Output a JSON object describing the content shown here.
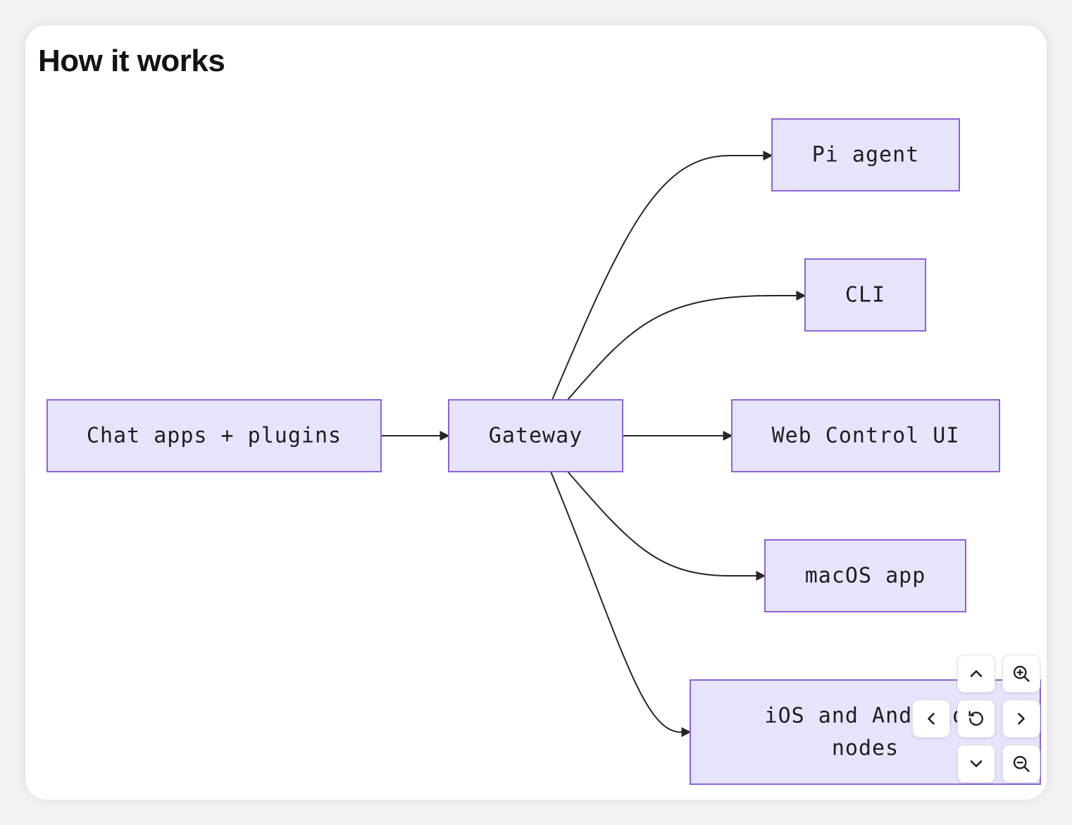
{
  "section": {
    "title": "How it works"
  },
  "diagram": {
    "type": "flowchart",
    "direction": "left-to-right",
    "node_fill": "#e6e4fb",
    "node_border": "#8f62d9",
    "edge_color": "#262626",
    "nodes": [
      {
        "id": "chat",
        "lines": [
          "Chat apps + plugins"
        ]
      },
      {
        "id": "gateway",
        "lines": [
          "Gateway"
        ]
      },
      {
        "id": "pi",
        "lines": [
          "Pi agent"
        ]
      },
      {
        "id": "cli",
        "lines": [
          "CLI"
        ]
      },
      {
        "id": "web",
        "lines": [
          "Web Control UI"
        ]
      },
      {
        "id": "macos",
        "lines": [
          "macOS app"
        ]
      },
      {
        "id": "mobile",
        "lines": [
          "iOS and Android",
          "nodes"
        ]
      }
    ],
    "edges": [
      {
        "from": "chat",
        "to": "gateway"
      },
      {
        "from": "gateway",
        "to": "pi"
      },
      {
        "from": "gateway",
        "to": "cli"
      },
      {
        "from": "gateway",
        "to": "web"
      },
      {
        "from": "gateway",
        "to": "macos"
      },
      {
        "from": "gateway",
        "to": "mobile"
      }
    ]
  },
  "controls": {
    "buttons": [
      {
        "name": "pan-up-button",
        "icon": "chevron-up-icon"
      },
      {
        "name": "zoom-in-button",
        "icon": "zoom-in-icon"
      },
      {
        "name": "pan-left-button",
        "icon": "chevron-left-icon"
      },
      {
        "name": "reset-view-button",
        "icon": "reset-icon"
      },
      {
        "name": "pan-right-button",
        "icon": "chevron-right-icon"
      },
      {
        "name": "pan-down-button",
        "icon": "chevron-down-icon"
      },
      {
        "name": "zoom-out-button",
        "icon": "zoom-out-icon"
      }
    ]
  }
}
